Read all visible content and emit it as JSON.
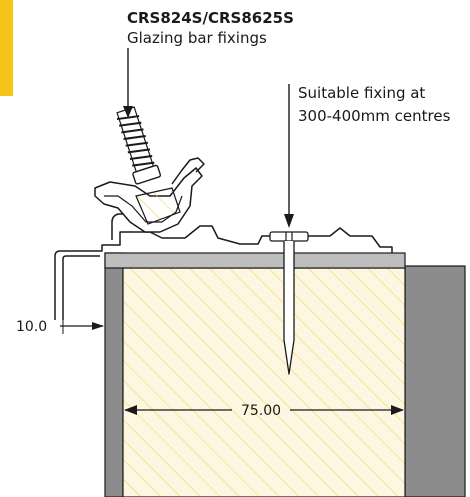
{
  "product": {
    "code": "CRS824S/CRS8625S",
    "description": "Glazing bar fixings"
  },
  "fixing_note": {
    "line1": "Suitable fixing at",
    "line2": "300-400mm centres"
  },
  "dimensions": {
    "gap": "10.0",
    "width": "75.00"
  },
  "colors": {
    "accent": "#f6c318",
    "hatch": "#f2d35f",
    "timber_fill": "#fdf7e1",
    "wall": "#8c8c8c",
    "cap": "#bebebe",
    "line": "#1a1a1a"
  }
}
